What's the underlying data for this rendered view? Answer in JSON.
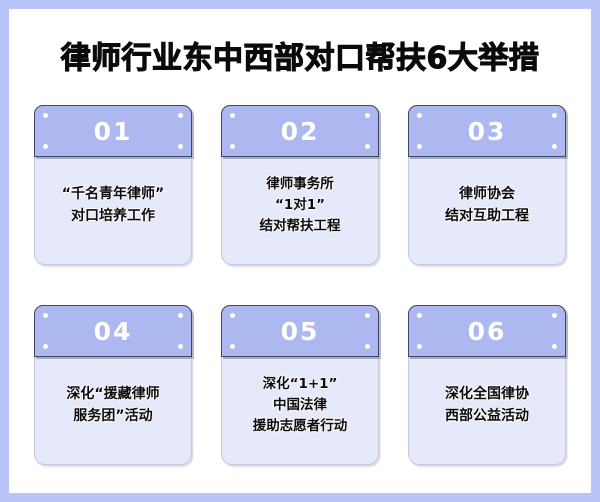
{
  "poster": {
    "title": "律师行业东中西部对口帮扶6大举措",
    "frame_color": "#b8c3f7",
    "inner_background": "#ffffff",
    "header_color": "#aeb8f0",
    "header_border_color": "#3d4466",
    "body_color": "#e5e9f9",
    "number_color": "#ffffff",
    "text_color": "#0b0b0b"
  },
  "cards": [
    {
      "number": "01",
      "lines": [
        "“千名青年律师”",
        "对口培养工作"
      ]
    },
    {
      "number": "02",
      "lines": [
        "律师事务所",
        "“1对1”",
        "结对帮扶工程"
      ]
    },
    {
      "number": "03",
      "lines": [
        "律师协会",
        "结对互助工程"
      ]
    },
    {
      "number": "04",
      "lines": [
        "深化“援藏律师",
        "服务团”活动"
      ]
    },
    {
      "number": "05",
      "lines": [
        "深化“1+1”",
        "中国法律",
        "援助志愿者行动"
      ]
    },
    {
      "number": "06",
      "lines": [
        "深化全国律协",
        "西部公益活动"
      ]
    }
  ]
}
